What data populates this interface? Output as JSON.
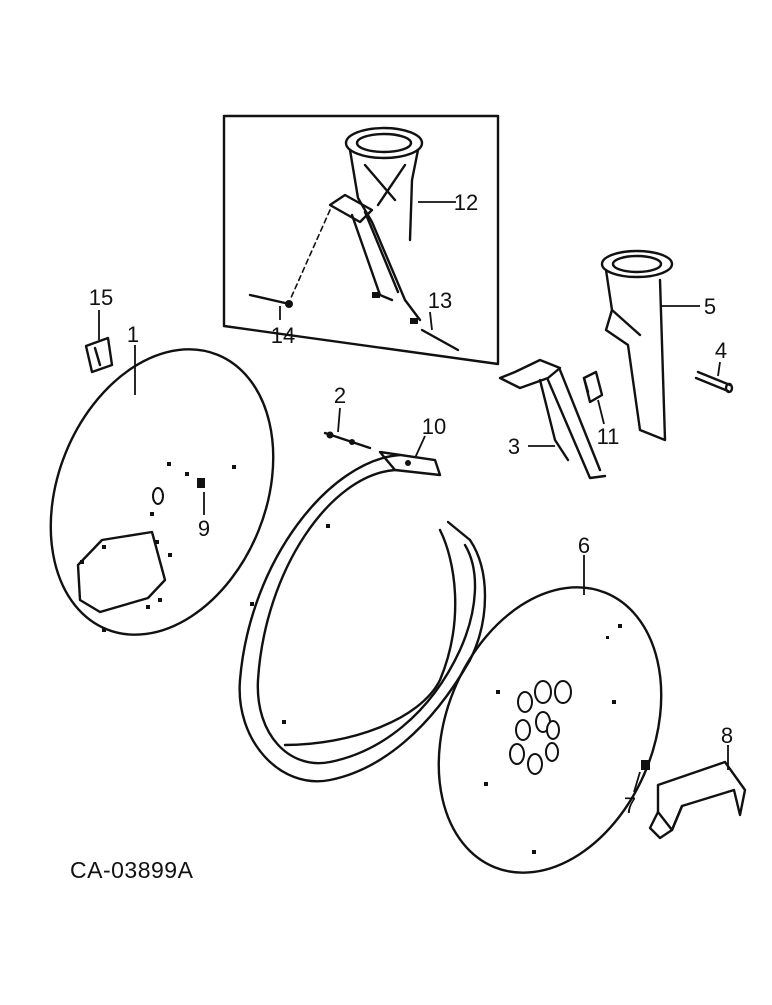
{
  "drawing_code": "CA-03899A",
  "callouts": {
    "c1": "1",
    "c2": "2",
    "c3": "3",
    "c4": "4",
    "c5": "5",
    "c6": "6",
    "c7": "7",
    "c8": "8",
    "c9": "9",
    "c10": "10",
    "c11": "11",
    "c12": "12",
    "c13": "13",
    "c14": "14",
    "c15": "15"
  }
}
